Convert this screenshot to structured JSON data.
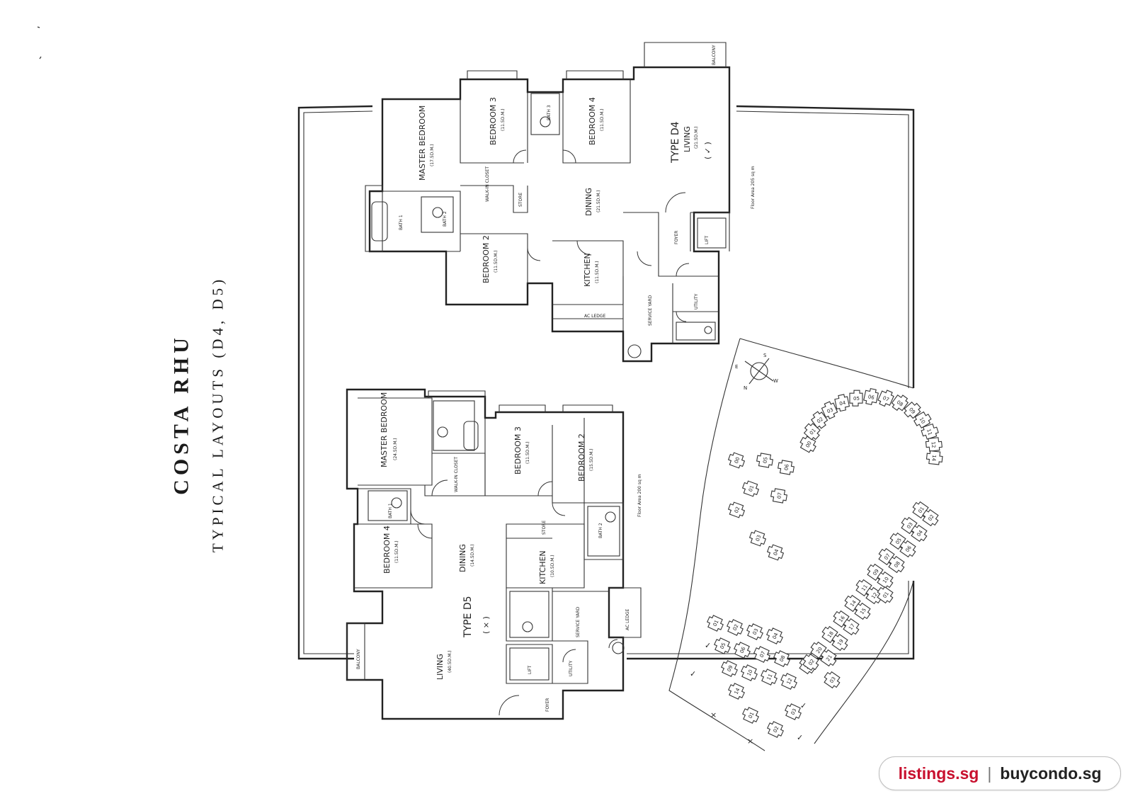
{
  "title": "COSTA RHU",
  "subtitle": "TYPICAL LAYOUTS (D4, D5)",
  "plans": {
    "d4": {
      "type": "TYPE D4",
      "mark": "( ✓ )",
      "floor_area": "Floor Area 205 sq m",
      "rooms": {
        "master_bedroom": "MASTER BEDROOM",
        "master_bedroom_size": "(17.5D.M.)",
        "bedroom_3": "BEDROOM 3",
        "bedroom_3_size": "(11.5D.M.)",
        "bedroom_4": "BEDROOM 4",
        "bedroom_4_size": "(11.5D.M.)",
        "living": "LIVING",
        "living_size": "(21.5D.M.)",
        "dining": "DINING",
        "dining_size": "(21.5D.M.)",
        "bedroom_2": "BEDROOM 2",
        "bedroom_2_size": "(11.5D.M.)",
        "kitchen": "KITCHEN",
        "kitchen_size": "(11.5D.M.)",
        "walk_in_closet": "WALK-IN CLOSET",
        "bath_1": "BATH 1",
        "bath_2": "BATH 2",
        "bath_3": "BATH 3",
        "store": "STORE",
        "lift": "LIFT",
        "foyer": "FOYER",
        "yard": "SERVICE YARD",
        "utility": "UTILITY",
        "balcony": "BALCONY",
        "ac_ledge": "AC LEDGE"
      }
    },
    "d5": {
      "type": "TYPE D5",
      "mark": "( × )",
      "floor_area": "Floor Area 200 sq m",
      "rooms": {
        "master_bedroom": "MASTER BEDROOM",
        "master_bedroom_size": "(24.5D.M.)",
        "bedroom_3": "BEDROOM 3",
        "bedroom_3_size": "(11.5D.M.)",
        "bedroom_2": "BEDROOM 2",
        "bedroom_2_size": "(15.5D.M.)",
        "bedroom_4": "BEDROOM 4",
        "bedroom_4_size": "(11.5D.M.)",
        "dining": "DINING",
        "dining_size": "(14.5D.M.)",
        "kitchen": "KITCHEN",
        "kitchen_size": "(10.5D.M.)",
        "living": "LIVING",
        "living_size": "(40.5D.M.)",
        "walk_in_closet": "WALK-IN CLOSET",
        "bath_1": "BATH 1",
        "bath_2": "BATH 2",
        "store": "STORE",
        "lift": "LIFT",
        "foyer": "FOYER",
        "yard": "SERVICE YARD",
        "utility": "UTILITY",
        "balcony": "BALCONY",
        "ac_ledge": "AC LEDGE"
      }
    }
  },
  "site_plan": {
    "compass": {
      "n": "N",
      "s": "S",
      "e": "E",
      "w": "W"
    },
    "upper_cluster": [
      "00",
      "01",
      "02",
      "03",
      "04",
      "05",
      "06",
      "07",
      "08",
      "09",
      "10",
      "11",
      "12",
      "14"
    ],
    "right_cluster": [
      "01",
      "02",
      "03",
      "04",
      "05",
      "06",
      "07",
      "08",
      "09",
      "10",
      "11",
      "12",
      "14",
      "15",
      "16",
      "17",
      "18",
      "19",
      "20",
      "21",
      "22"
    ],
    "lower_cluster": [
      "01",
      "02",
      "03",
      "04",
      "05",
      "06",
      "07",
      "08",
      "09",
      "10",
      "11",
      "12",
      "14"
    ],
    "ticks": [
      "✓",
      "✓",
      "✓",
      "✓"
    ],
    "crosses": [
      "×",
      "×"
    ]
  },
  "watermark": {
    "brand_a": "listings.sg",
    "separator": "|",
    "brand_b": "buycondo.sg"
  }
}
